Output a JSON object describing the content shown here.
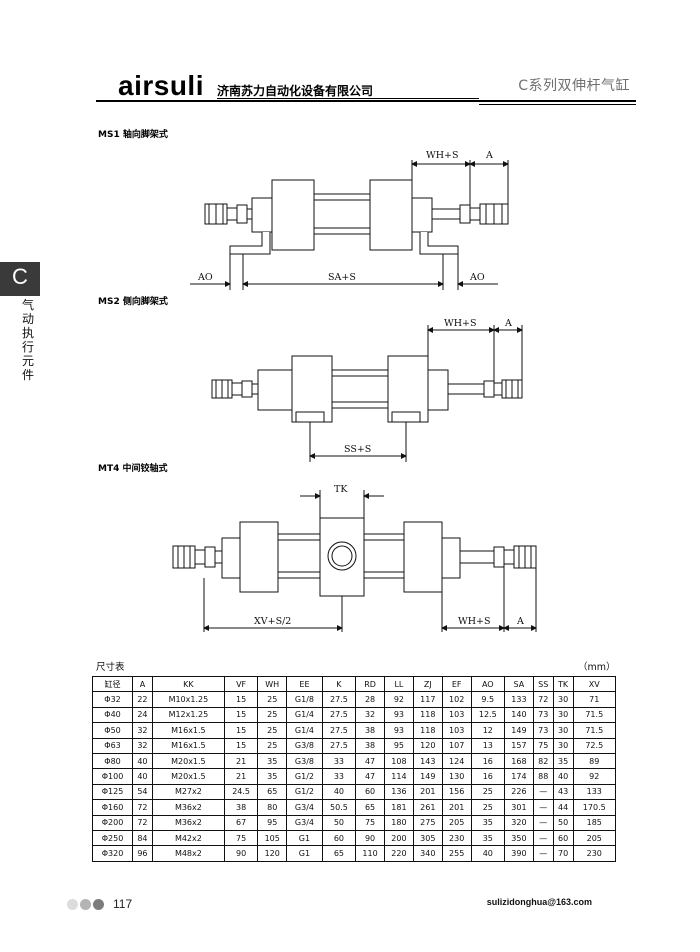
{
  "header": {
    "brand": "airsuli",
    "company": "济南苏力自动化设备有限公司",
    "series_title": "C系列双伸杆气缸"
  },
  "side_tab": {
    "letter": "C",
    "text": "气动执行元件"
  },
  "sections": {
    "ms1": "MS1 轴向脚架式",
    "ms2": "MS2 侧向脚架式",
    "mt4": "MT4 中间铰轴式"
  },
  "dims": {
    "ms1_wh": "WH+S",
    "ms1_a": "A",
    "ms1_ao_left": "AO",
    "ms1_sa": "SA+S",
    "ms1_ao_right": "AO",
    "ms2_wh": "WH+S",
    "ms2_a": "A",
    "ms2_ss": "SS+S",
    "mt4_tk": "TK",
    "mt4_xv": "XV+S/2",
    "mt4_wh": "WH+S",
    "mt4_a": "A"
  },
  "table": {
    "title": "尺寸表",
    "unit": "（mm）",
    "headers": [
      "缸径",
      "A",
      "KK",
      "VF",
      "WH",
      "EE",
      "K",
      "RD",
      "LL",
      "ZJ",
      "EF",
      "AO",
      "SA",
      "SS",
      "TK",
      "XV"
    ],
    "rows": [
      [
        "Φ32",
        "22",
        "M10x1.25",
        "15",
        "25",
        "G1/8",
        "27.5",
        "28",
        "92",
        "117",
        "102",
        "9.5",
        "133",
        "72",
        "30",
        "71"
      ],
      [
        "Φ40",
        "24",
        "M12x1.25",
        "15",
        "25",
        "G1/4",
        "27.5",
        "32",
        "93",
        "118",
        "103",
        "12.5",
        "140",
        "73",
        "30",
        "71.5"
      ],
      [
        "Φ50",
        "32",
        "M16x1.5",
        "15",
        "25",
        "G1/4",
        "27.5",
        "38",
        "93",
        "118",
        "103",
        "12",
        "149",
        "73",
        "30",
        "71.5"
      ],
      [
        "Φ63",
        "32",
        "M16x1.5",
        "15",
        "25",
        "G3/8",
        "27.5",
        "38",
        "95",
        "120",
        "107",
        "13",
        "157",
        "75",
        "30",
        "72.5"
      ],
      [
        "Φ80",
        "40",
        "M20x1.5",
        "21",
        "35",
        "G3/8",
        "33",
        "47",
        "108",
        "143",
        "124",
        "16",
        "168",
        "82",
        "35",
        "89"
      ],
      [
        "Φ100",
        "40",
        "M20x1.5",
        "21",
        "35",
        "G1/2",
        "33",
        "47",
        "114",
        "149",
        "130",
        "16",
        "174",
        "88",
        "40",
        "92"
      ],
      [
        "Φ125",
        "54",
        "M27x2",
        "24.5",
        "65",
        "G1/2",
        "40",
        "60",
        "136",
        "201",
        "156",
        "25",
        "226",
        "—",
        "43",
        "133"
      ],
      [
        "Φ160",
        "72",
        "M36x2",
        "38",
        "80",
        "G3/4",
        "50.5",
        "65",
        "181",
        "261",
        "201",
        "25",
        "301",
        "—",
        "44",
        "170.5"
      ],
      [
        "Φ200",
        "72",
        "M36x2",
        "67",
        "95",
        "G3/4",
        "50",
        "75",
        "180",
        "275",
        "205",
        "35",
        "320",
        "—",
        "50",
        "185"
      ],
      [
        "Φ250",
        "84",
        "M42x2",
        "75",
        "105",
        "G1",
        "60",
        "90",
        "200",
        "305",
        "230",
        "35",
        "350",
        "—",
        "60",
        "205"
      ],
      [
        "Φ320",
        "96",
        "M48x2",
        "90",
        "120",
        "G1",
        "65",
        "110",
        "220",
        "340",
        "255",
        "40",
        "390",
        "—",
        "70",
        "230"
      ]
    ]
  },
  "footer": {
    "page_number": "117",
    "email": "sulizidonghua@163.com",
    "dot_colors": [
      "#dcdcdc",
      "#b4b4b4",
      "#7d7d7d"
    ]
  }
}
